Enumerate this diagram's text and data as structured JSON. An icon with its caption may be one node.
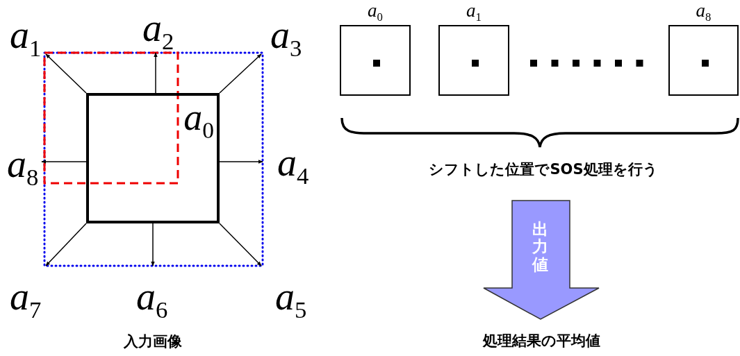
{
  "diagram": {
    "nodes": [
      {
        "text": [
          "*a*$_{1}$"
        ]
      },
      {
        "text": [
          "*a*$_{2}$"
        ]
      },
      {
        "text": [
          "*a*$_{3}$"
        ]
      },
      {
        "text": [
          "*a*$_{0}$"
        ]
      },
      {
        "text": [
          "*a*$_{8}$"
        ]
      },
      {
        "text": [
          "*a*$_{4}$"
        ]
      },
      {
        "text": [
          "*a*$_{7}$"
        ]
      },
      {
        "text": [
          "*a*$_{6}$"
        ]
      },
      {
        "text": [
          "*a*$_{5}$"
        ]
      },
      {
        "text": [
          "*a*$_{0}$"
        ]
      },
      {
        "text": [
          "*a*$_{1}$"
        ]
      },
      {
        "text": [
          "*a*$_{8}$"
        ]
      },
      {
        "text": [
          "出力値"
        ]
      }
    ],
    "edges": [
      {
        "from": 3,
        "to": 0,
        "arrow": "to"
      },
      {
        "from": 3,
        "to": 1,
        "arrow": "to"
      },
      {
        "from": 3,
        "to": 2,
        "arrow": "to"
      },
      {
        "from": 3,
        "to": 4,
        "arrow": "to"
      },
      {
        "from": 3,
        "to": 5,
        "arrow": "to"
      },
      {
        "from": 3,
        "to": 6,
        "arrow": "to"
      },
      {
        "from": 3,
        "to": 7,
        "arrow": "to"
      },
      {
        "from": 3,
        "to": 8,
        "arrow": "to"
      }
    ],
    "labels": [
      "入力画像",
      "シフトした位置でSOS処理を行う",
      "処理結果の平均値"
    ]
  }
}
